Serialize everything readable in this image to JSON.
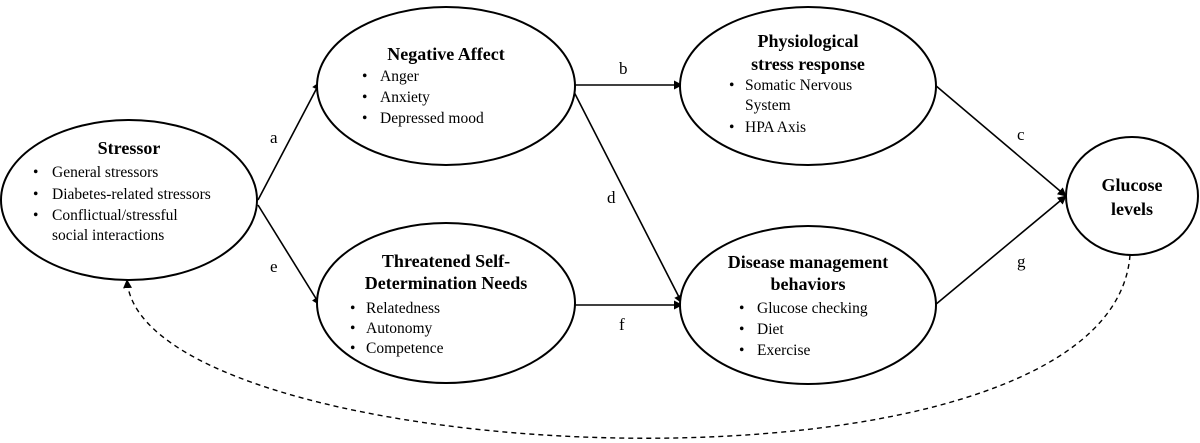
{
  "nodes": {
    "stressor": {
      "title": [
        "Stressor"
      ],
      "items": [
        "General stressors",
        "Diabetes-related stressors",
        "Conflictual/stressful",
        "social interactions"
      ],
      "bullets": [
        true,
        true,
        true,
        false
      ]
    },
    "negative_affect": {
      "title": [
        "Negative Affect"
      ],
      "items": [
        "Anger",
        "Anxiety",
        "Depressed mood"
      ],
      "bullets": [
        true,
        true,
        true
      ]
    },
    "self_determination": {
      "title": [
        "Threatened Self-",
        "Determination Needs"
      ],
      "items": [
        "Relatedness",
        "Autonomy",
        "Competence"
      ],
      "bullets": [
        true,
        true,
        true
      ]
    },
    "physiological": {
      "title": [
        "Physiological",
        "stress response"
      ],
      "items": [
        "Somatic Nervous",
        "System",
        "HPA Axis"
      ],
      "bullets": [
        true,
        false,
        true
      ]
    },
    "disease_management": {
      "title": [
        "Disease management",
        "behaviors"
      ],
      "items": [
        "Glucose checking",
        "Diet",
        "Exercise"
      ],
      "bullets": [
        true,
        true,
        true
      ]
    },
    "glucose": {
      "title": [
        "Glucose",
        "levels"
      ],
      "items": [],
      "bullets": []
    }
  },
  "edges": [
    {
      "id": "a",
      "label": "a",
      "from": "stressor",
      "to": "negative_affect",
      "style": "solid"
    },
    {
      "id": "e",
      "label": "e",
      "from": "stressor",
      "to": "self_determination",
      "style": "solid"
    },
    {
      "id": "b",
      "label": "b",
      "from": "negative_affect",
      "to": "physiological",
      "style": "solid"
    },
    {
      "id": "d",
      "label": "d",
      "from": "negative_affect",
      "to": "disease_management",
      "style": "solid"
    },
    {
      "id": "f",
      "label": "f",
      "from": "self_determination",
      "to": "disease_management",
      "style": "solid"
    },
    {
      "id": "c",
      "label": "c",
      "from": "physiological",
      "to": "glucose",
      "style": "solid"
    },
    {
      "id": "g",
      "label": "g",
      "from": "disease_management",
      "to": "glucose",
      "style": "solid"
    },
    {
      "id": "feedback",
      "label": "",
      "from": "glucose",
      "to": "stressor",
      "style": "dashed"
    }
  ]
}
